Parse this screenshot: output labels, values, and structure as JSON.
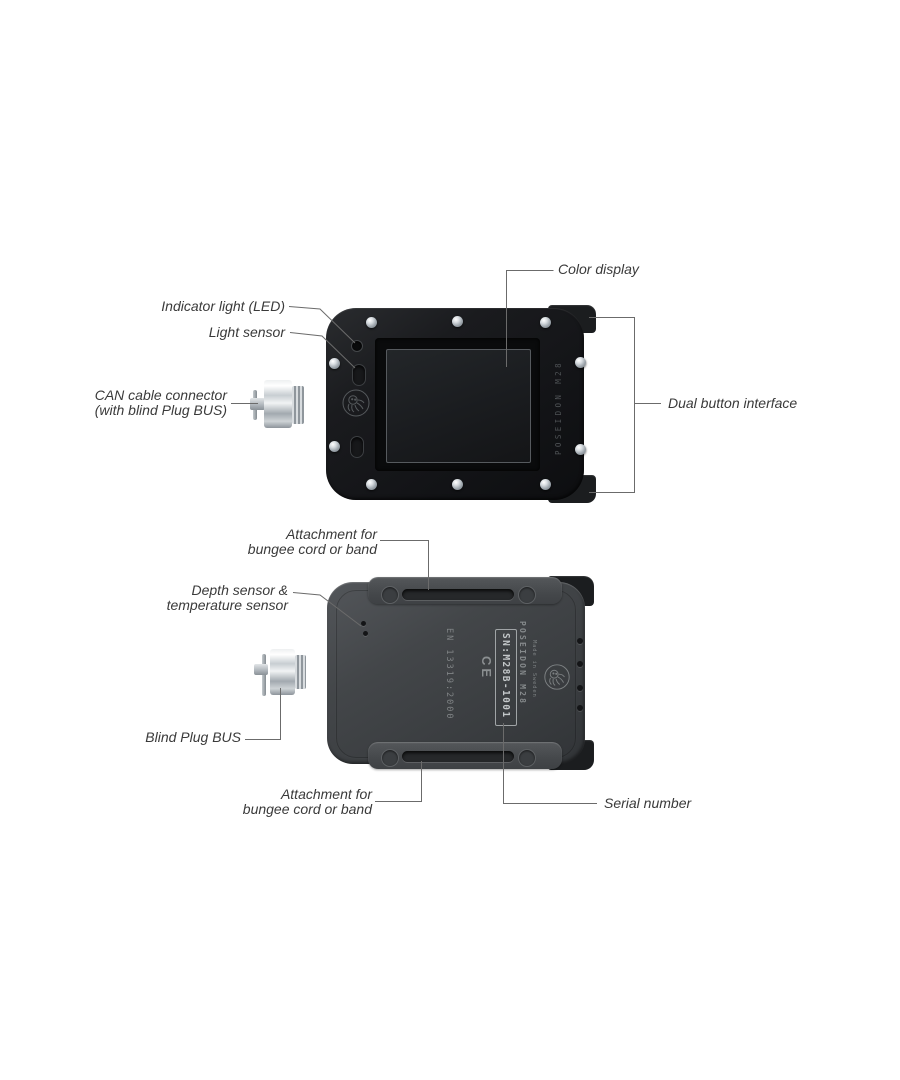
{
  "front_view": {
    "labels": {
      "color_display": "Color display",
      "indicator_light": "Indicator light (LED)",
      "light_sensor": "Light sensor",
      "can_connector": [
        "CAN cable connector",
        "(with blind Plug BUS)"
      ],
      "dual_button": "Dual button interface"
    },
    "engravings": {
      "brand": "POSEIDON M28"
    }
  },
  "back_view": {
    "labels": {
      "attachment_top": [
        "Attachment for",
        "bungee cord or band"
      ],
      "depth_temp_sensor": [
        "Depth sensor &",
        "temperature sensor"
      ],
      "blind_plug": "Blind Plug BUS",
      "attachment_bottom": [
        "Attachment for",
        "bungee cord or band"
      ],
      "serial_number": "Serial number"
    },
    "engravings": {
      "standard": "EN 13319:2000",
      "ce_mark": "CE",
      "brand": "POSEIDON M28",
      "made_in": "Made in Sweden",
      "serial": "SN:M28B-1001"
    }
  },
  "colors": {
    "background": "#ffffff",
    "front_body": "#17181a",
    "back_body": "#3e4144",
    "label_text": "#3a3a3a",
    "leader_line": "#6b6b6b",
    "front_engraving": "#4e5255",
    "back_engraving": "#85898b",
    "serial_engraving": "#c3c7c9",
    "screw_metal": "#9ba3aa"
  }
}
